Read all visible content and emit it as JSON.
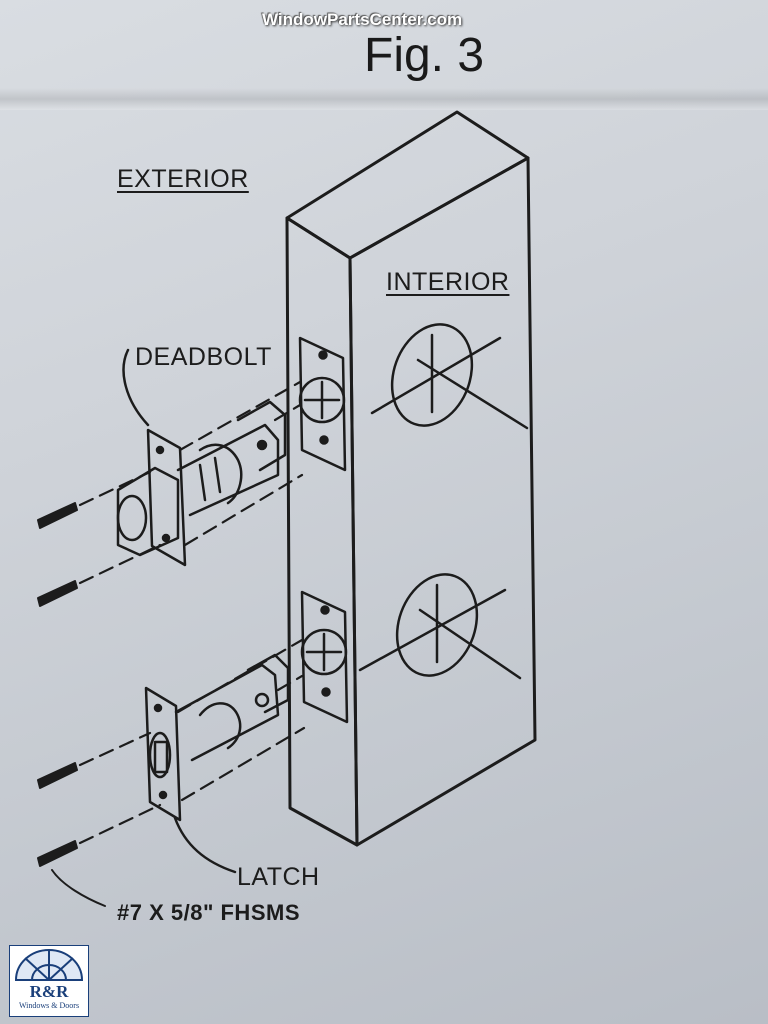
{
  "watermark": "WindowPartsCenter.com",
  "figure": {
    "title": "Fig. 3"
  },
  "labels": {
    "exterior": "EXTERIOR",
    "interior": "INTERIOR",
    "deadbolt": "DEADBOLT",
    "latch": "LATCH",
    "screw": "#7 X 5/8\" FHSMS"
  },
  "logo": {
    "main": "R&R",
    "sub": "Windows & Doors",
    "color": "#1a3f7a"
  },
  "colors": {
    "ink": "#1c1c1c",
    "paper": "#d3d7dc"
  }
}
